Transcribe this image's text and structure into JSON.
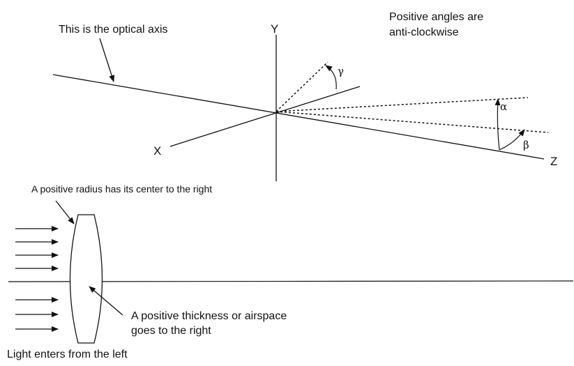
{
  "labels": {
    "optical_axis": "This is the optical axis",
    "positive_angles_line1": "Positive angles are",
    "positive_angles_line2": "anti-clockwise",
    "axis_x": "X",
    "axis_y": "Y",
    "axis_z": "Z",
    "alpha": "α",
    "beta": "β",
    "gamma": "γ",
    "positive_radius": "A positive radius has its center to the right",
    "thickness_line1": "A positive thickness or airspace",
    "thickness_line2": "goes to the right",
    "light_enters": "Light enters from the left"
  },
  "colors": {
    "ink": "#111111",
    "background": "#ffffff"
  }
}
